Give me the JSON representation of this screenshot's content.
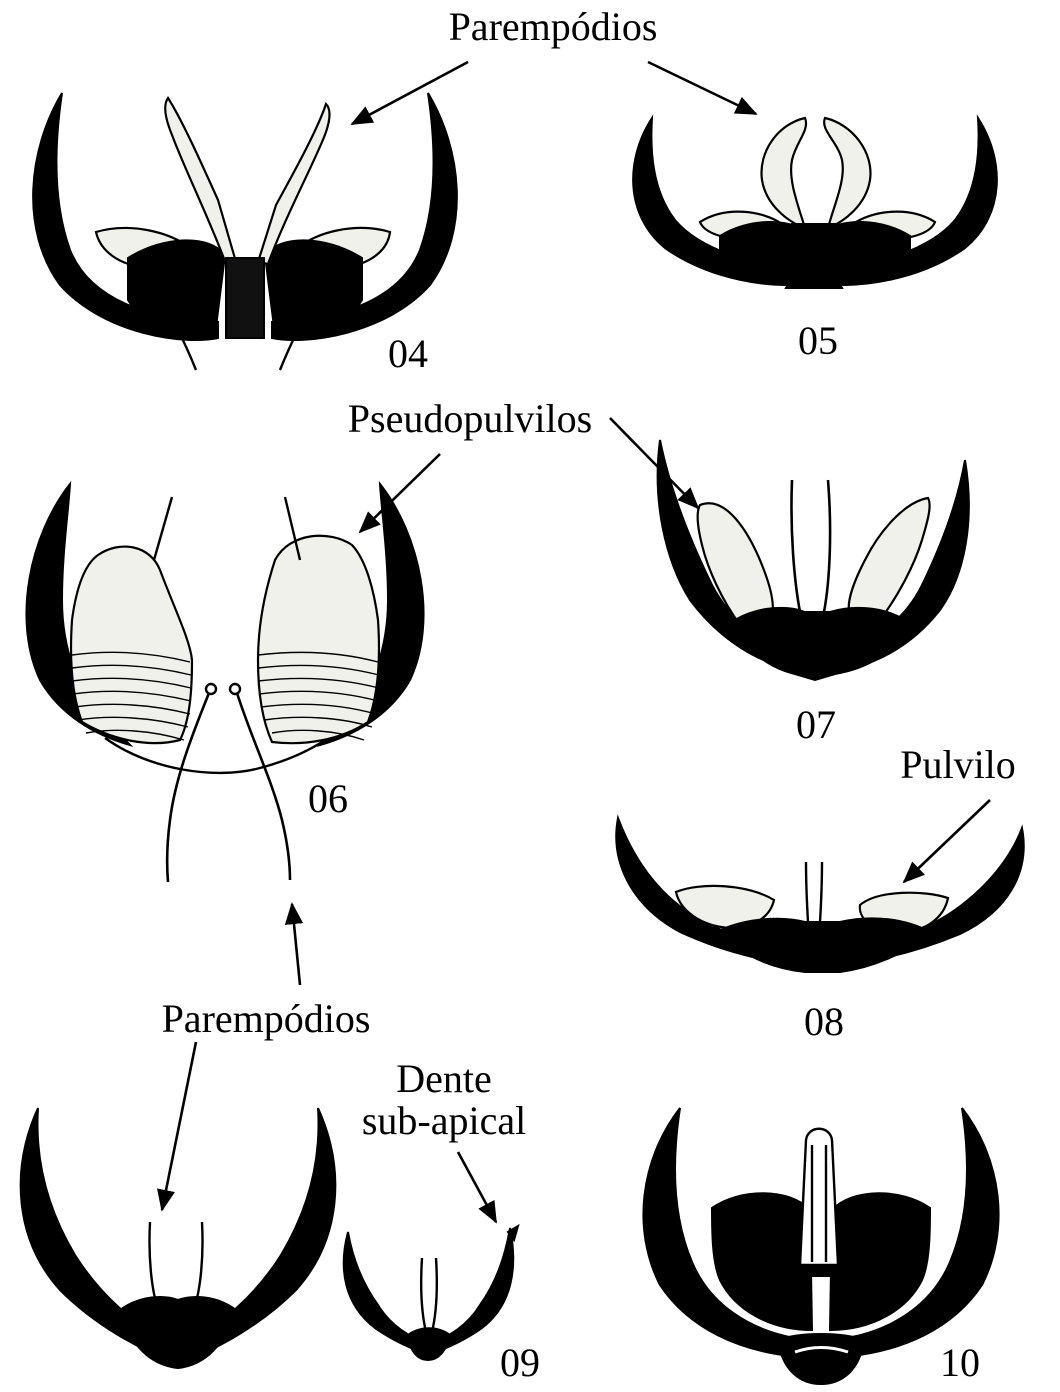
{
  "labels": {
    "parempodios_top": "Parempódios",
    "pseudopulvilos": "Pseudopulvilos",
    "pulvilo": "Pulvilo",
    "parempodios_bottom": "Parempódios",
    "dente_line1": "Dente",
    "dente_line2": "sub-apical"
  },
  "figure_numbers": {
    "fig04": "04",
    "fig05": "05",
    "fig06": "06",
    "fig07": "07",
    "fig08": "08",
    "fig09": "09",
    "fig10": "10"
  },
  "colors": {
    "ink": "#000000",
    "background": "#ffffff",
    "stipple_fill": "#f1f1ec"
  }
}
